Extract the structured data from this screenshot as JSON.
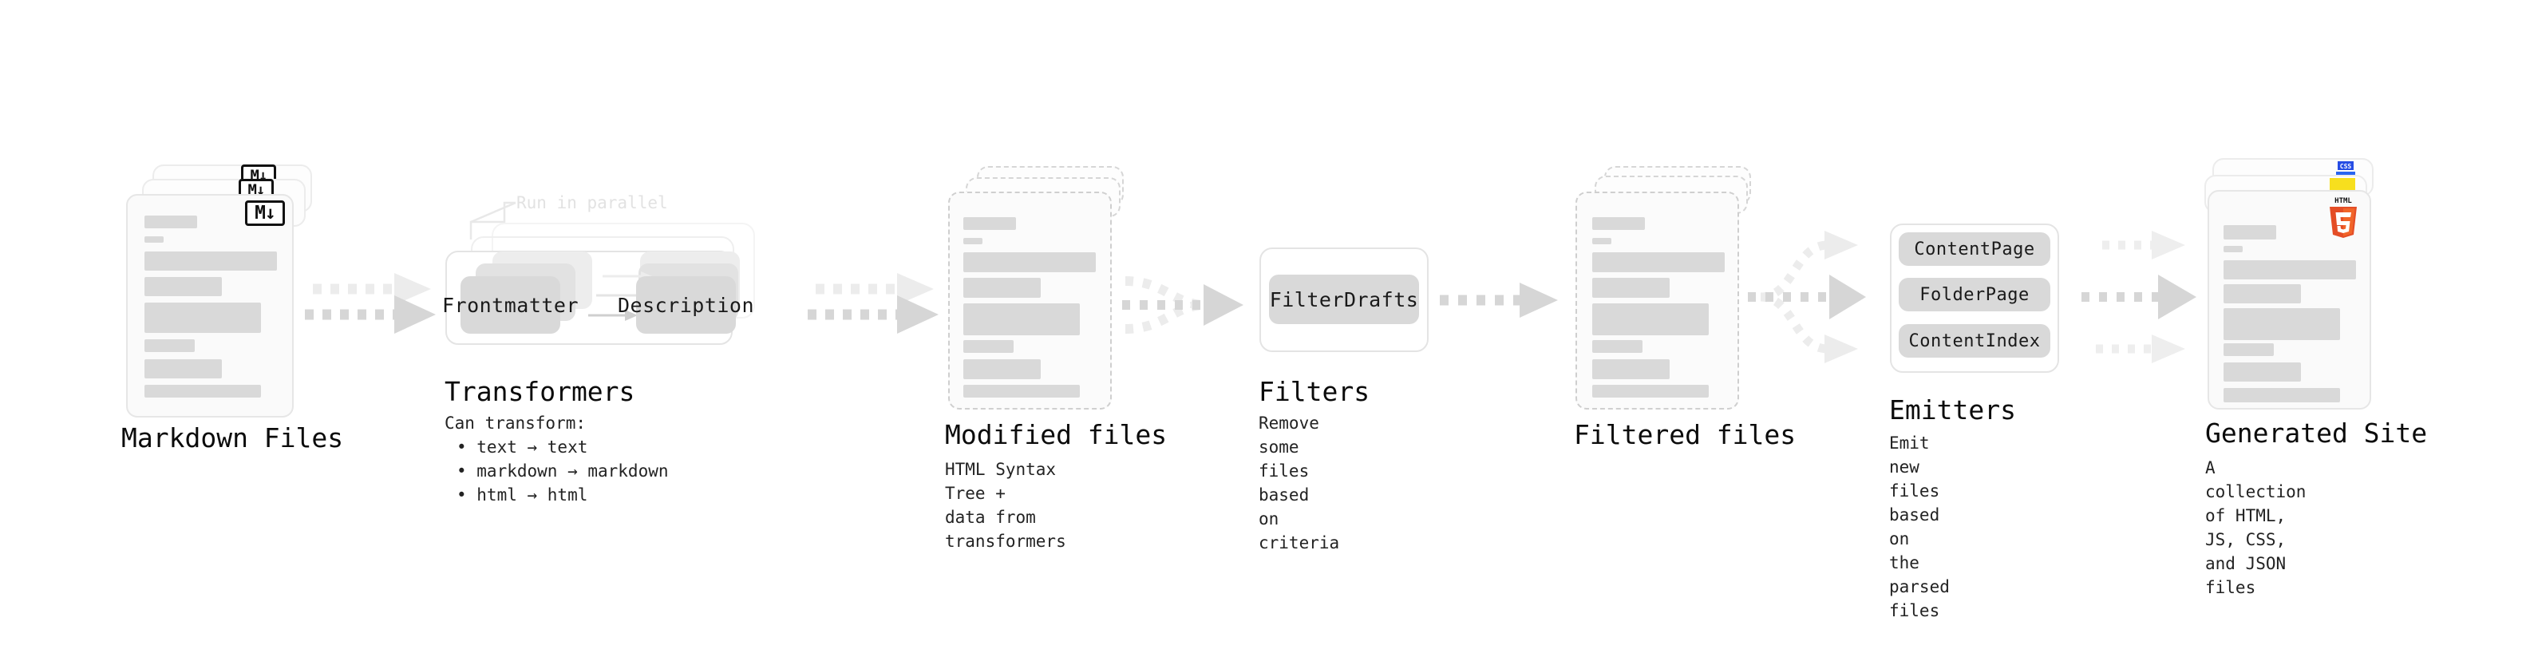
{
  "diagram": {
    "title_font_note": "monospace",
    "colors": {
      "skeleton": "#d9d9d9",
      "card_bg": "#fafafa",
      "card_border": "#e6e6e6",
      "chip_bg": "#d9d9d9",
      "arrow": "#d4d4d4",
      "arrow_faded": "#ececec",
      "annotation_text": "#e2e2e2",
      "html5_orange": "#e44d26",
      "js_yellow": "#f7df1e",
      "css_blue": "#264de4"
    },
    "stages": [
      {
        "id": "markdown-files",
        "kind": "file-stack",
        "title": "Markdown Files",
        "caption": "",
        "badge": "markdown-icon",
        "badge_text": "M↓"
      },
      {
        "id": "transformers",
        "kind": "group-stack",
        "title": "Transformers",
        "annotation": "Run in parallel",
        "chips": [
          "Frontmatter",
          "Description"
        ],
        "caption_heading": "Can transform:",
        "bullets": [
          "• text → text",
          "• markdown → markdown",
          "• html → html"
        ]
      },
      {
        "id": "modified-files",
        "kind": "file-stack-dashed",
        "title": "Modified files",
        "caption": "HTML Syntax Tree +\ndata from transformers"
      },
      {
        "id": "filters",
        "kind": "group",
        "title": "Filters",
        "chips": [
          "FilterDrafts"
        ],
        "caption": "Remove some files based\non criteria"
      },
      {
        "id": "filtered-files",
        "kind": "file-stack-dashed",
        "title": "Filtered files",
        "caption": ""
      },
      {
        "id": "emitters",
        "kind": "group",
        "title": "Emitters",
        "chips": [
          "ContentPage",
          "FolderPage",
          "ContentIndex"
        ],
        "caption": "Emit new files based on\nthe parsed files"
      },
      {
        "id": "generated-site",
        "kind": "file-stack",
        "title": "Generated Site",
        "caption": "A collection of HTML,\nJS, CSS, and JSON files",
        "badges": [
          "html5-icon",
          "js-icon",
          "css-icon"
        ],
        "badge_text": "HTML"
      }
    ],
    "flow": [
      {
        "from": "markdown-files",
        "to": "transformers",
        "style": "dashed-arrow"
      },
      {
        "from": "transformers",
        "to": "modified-files",
        "style": "dashed-arrow"
      },
      {
        "from": "modified-files",
        "to": "filters",
        "style": "dashed-arrow-merge"
      },
      {
        "from": "filters",
        "to": "filtered-files",
        "style": "dashed-arrow"
      },
      {
        "from": "filtered-files",
        "to": "emitters",
        "style": "dashed-arrow-branch"
      },
      {
        "from": "emitters",
        "to": "generated-site",
        "style": "dashed-arrow-triple"
      }
    ]
  }
}
